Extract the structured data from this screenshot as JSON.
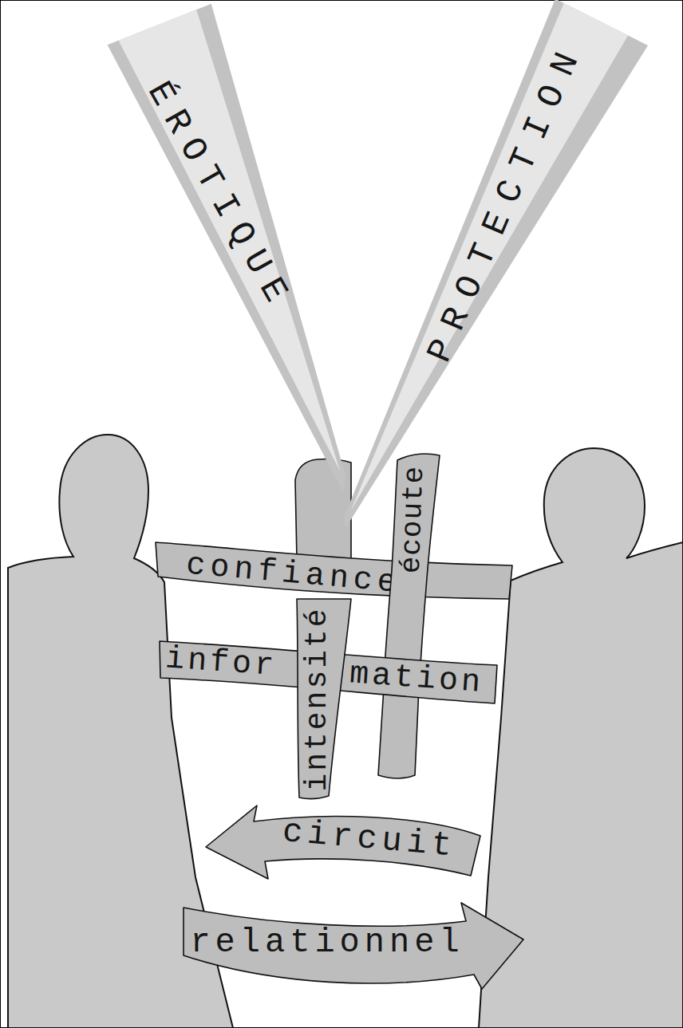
{
  "diagram": {
    "nodes": [
      {
        "text": [
          "ÉROTIQUE"
        ]
      },
      {
        "text": [
          "PROTECTION"
        ]
      },
      {
        "text": [
          "confiance"
        ]
      },
      {
        "text": [
          "écoute"
        ]
      },
      {
        "text": [
          "intensité"
        ]
      },
      {
        "text": [
          "infor",
          "mation"
        ]
      },
      {
        "text": [
          "circuit"
        ]
      },
      {
        "text": [
          "relationnel"
        ]
      }
    ]
  }
}
